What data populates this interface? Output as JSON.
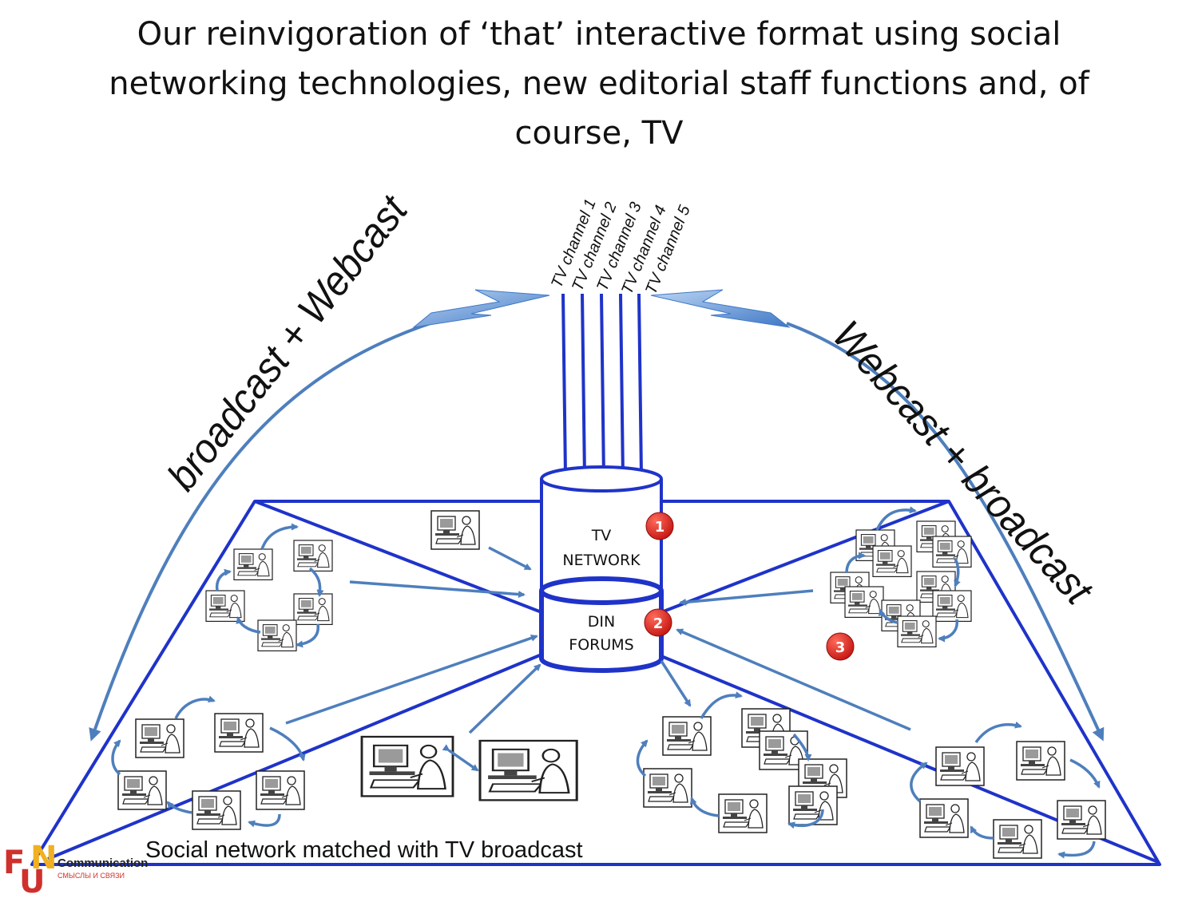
{
  "title": "Our reinvigoration of ‘that’ interactive format using social networking technologies, new editorial staff functions and, of course, TV",
  "left_arc_label": "broadcast + Webcast",
  "right_arc_label": "Webcast + broadcast",
  "tv_channels": [
    "TV channel 1",
    "TV channel 2",
    "TV channel 3",
    "TV channel 4",
    "TV channel 5"
  ],
  "tv_network": {
    "line1": "TV",
    "line2": "NETWORK",
    "badge": "1"
  },
  "din_forums": {
    "line1": "DIN",
    "line2": "FORUMS",
    "badge": "2"
  },
  "badge_3": "3",
  "caption": "Social network matched with TV broadcast",
  "logo": {
    "letters": [
      "F",
      "N",
      "U"
    ],
    "word": "Communication",
    "tagline": "СМЫСЛЫ И СВЯЗИ"
  },
  "colors": {
    "frame": "#1f33c9",
    "arrow": "#4e7fbd",
    "badge": "#dd1f1f",
    "bolt": "#5d93d6"
  }
}
